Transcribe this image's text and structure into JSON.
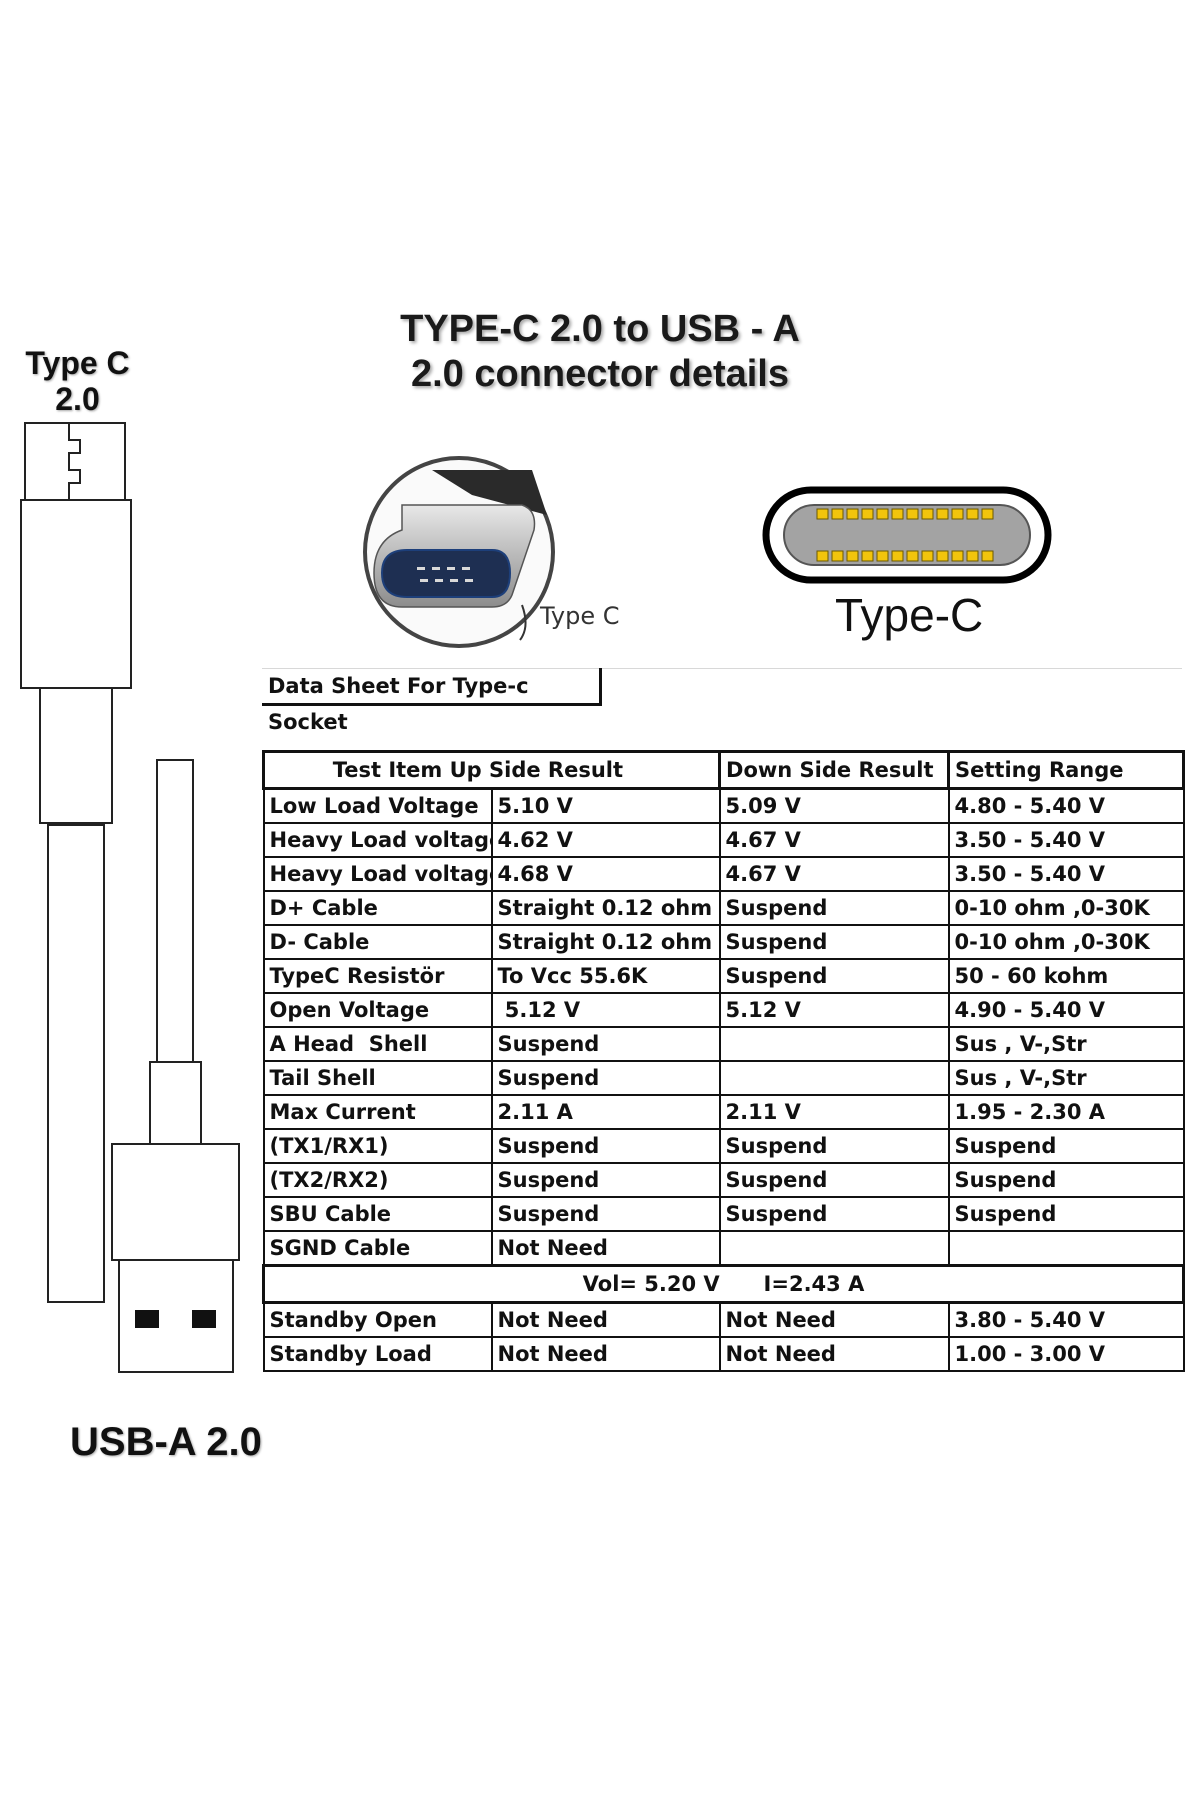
{
  "header": {
    "title_line1": "TYPE-C 2.0 to USB - A",
    "title_line2": "2.0 connector details"
  },
  "cable": {
    "top_label_line1": "Type C",
    "top_label_line2": "2.0",
    "bottom_label": "USB-A 2.0"
  },
  "connector_photo": {
    "caption": "Type C"
  },
  "connector_diagram": {
    "caption": "Type-C"
  },
  "datasheet": {
    "title": "Data Sheet For Type-c Socket",
    "headers": [
      "Test Item Up Side Result",
      "Down Side Result",
      "Setting Range"
    ],
    "rows": [
      [
        "Low Load Voltage",
        "5.10 V",
        "5.09 V",
        "4.80 - 5.40 V"
      ],
      [
        "Heavy Load voltage",
        "4.62 V",
        "4.67 V",
        "3.50 - 5.40 V"
      ],
      [
        "Heavy Load voltage",
        "4.68 V",
        "4.67 V",
        "3.50 - 5.40 V"
      ],
      [
        "D+ Cable",
        "Straight 0.12 ohm",
        "Suspend",
        "0-10 ohm ,0-30K"
      ],
      [
        "D- Cable",
        "Straight 0.12 ohm",
        "Suspend",
        "0-10 ohm ,0-30K"
      ],
      [
        "TypeC Resistör",
        "To Vcc 55.6K",
        "Suspend",
        "50 - 60 kohm"
      ],
      [
        "Open Voltage",
        " 5.12 V",
        "5.12 V",
        "4.90 - 5.40 V"
      ],
      [
        "A Head  Shell",
        "Suspend",
        "",
        "Sus , V-,Str"
      ],
      [
        "Tail Shell",
        "Suspend",
        "",
        "Sus , V-,Str"
      ],
      [
        "Max Current",
        "2.11 A",
        "2.11 V",
        "1.95 - 2.30 A"
      ],
      [
        "(TX1/RX1)",
        "Suspend",
        "Suspend",
        "Suspend"
      ],
      [
        "(TX2/RX2)",
        "Suspend",
        "Suspend",
        "Suspend"
      ],
      [
        "SBU Cable",
        "Suspend",
        "Suspend",
        "Suspend"
      ],
      [
        "SGND Cable",
        "Not Need",
        "",
        ""
      ]
    ],
    "vol_row": "Vol= 5.20 V      I=2.43 A",
    "standby_rows": [
      [
        "Standby Open",
        "Not Need",
        "Not Need",
        "3.80 - 5.40 V"
      ],
      [
        "Standby Load",
        "Not Need",
        "Not Need",
        "1.00 - 3.00 V"
      ]
    ]
  }
}
